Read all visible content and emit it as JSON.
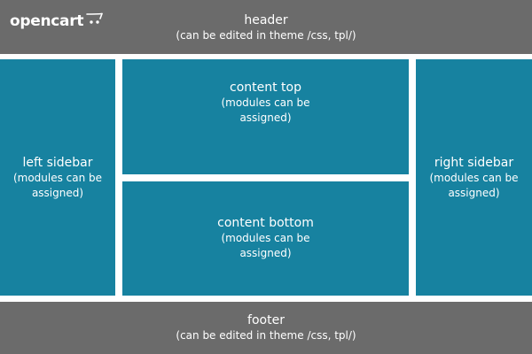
{
  "logo": {
    "text": "opencart"
  },
  "header": {
    "title": "header",
    "subtitle": "(can be edited in theme /css, tpl/)"
  },
  "left_sidebar": {
    "title": "left sidebar",
    "subtitle": "(modules can be assigned)"
  },
  "content_top": {
    "title": "content top",
    "subtitle": "(modules can be assigned)"
  },
  "content_bottom": {
    "title": "content bottom",
    "subtitle": "(modules can be assigned)"
  },
  "right_sidebar": {
    "title": "right sidebar",
    "subtitle": "(modules can be assigned)"
  },
  "footer": {
    "title": "footer",
    "subtitle": "(can be edited in theme /css, tpl/)"
  },
  "colors": {
    "region_gray": "#6b6b6b",
    "region_teal": "#1782a0",
    "text": "#ffffff",
    "gap": "#ffffff"
  }
}
